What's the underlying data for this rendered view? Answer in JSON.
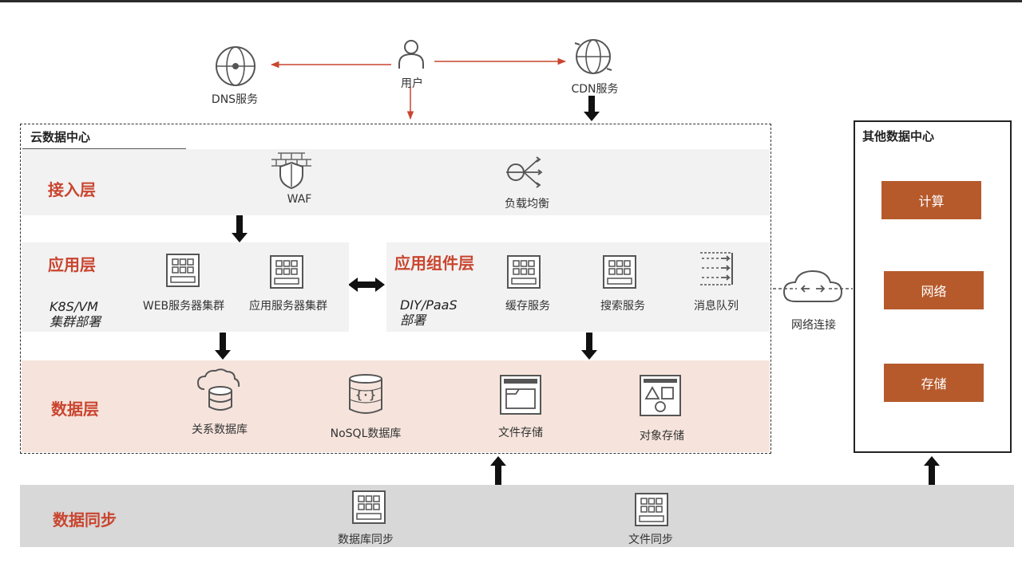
{
  "user": {
    "label": "用户"
  },
  "dns": {
    "label": "DNS服务"
  },
  "cdn": {
    "label": "CDN服务"
  },
  "cloud_dc": {
    "title": "云数据中心",
    "access_layer": {
      "title": "接入层",
      "waf": "WAF",
      "lb": "负载均衡"
    },
    "app_layer": {
      "title": "应用层",
      "deploy": [
        "K8S/VM",
        "集群部署"
      ],
      "web_cluster": "WEB服务器集群",
      "app_cluster": "应用服务器集群"
    },
    "component_layer": {
      "title": "应用组件层",
      "deploy": [
        "DIY/PaaS",
        "部署"
      ],
      "cache": "缓存服务",
      "search": "搜索服务",
      "mq": "消息队列"
    },
    "data_layer": {
      "title": "数据层",
      "rdb": "关系数据库",
      "nosql": "NoSQL数据库",
      "file": "文件存储",
      "object": "对象存储"
    }
  },
  "network": {
    "label": "网络连接"
  },
  "other_dc": {
    "title": "其他数据中心",
    "items": [
      "计算",
      "网络",
      "存储"
    ]
  },
  "sync": {
    "title": "数据同步",
    "db_sync": "数据库同步",
    "file_sync": "文件同步"
  },
  "colors": {
    "accent": "#c9452f",
    "box": "#b65a2c",
    "band_gray": "#f2f2f2",
    "band_data": "#f6e4dc",
    "band_sync": "#d8d8d8",
    "arrow_red": "#c9452f"
  }
}
